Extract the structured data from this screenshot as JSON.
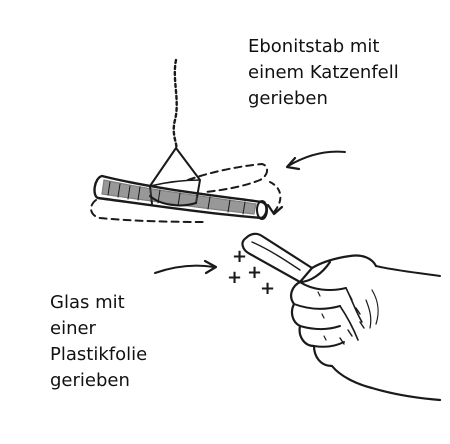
{
  "labels": {
    "rod": [
      "Ebonitstab mit",
      "einem Katzenfell",
      "gerieben"
    ],
    "glass": [
      "Glas mit",
      "einer",
      "Plastikfolie",
      "gerieben"
    ]
  },
  "charges": {
    "glass": [
      "+",
      "+",
      "+",
      "+"
    ]
  }
}
